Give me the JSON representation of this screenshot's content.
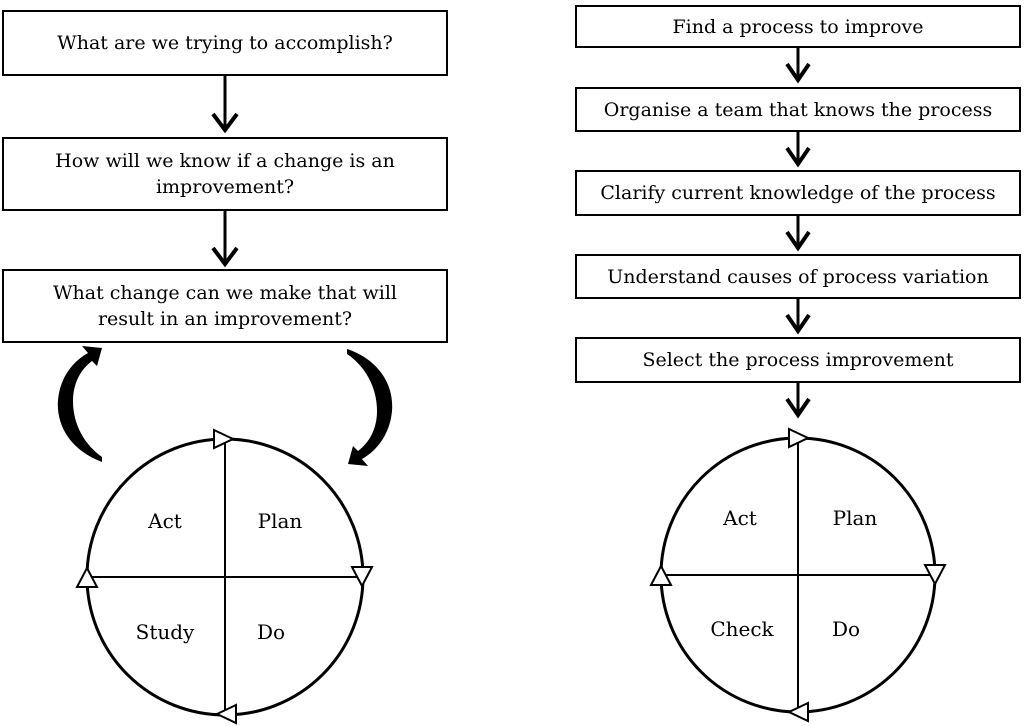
{
  "left": {
    "questions": [
      {
        "text": "What are we trying to accomplish?"
      },
      {
        "text": "How will we know if a change is an improvement?"
      },
      {
        "text": "What change can we make that will result in an improvement?"
      }
    ],
    "cycle": [
      "Act",
      "Plan",
      "Study",
      "Do"
    ]
  },
  "right": {
    "steps": [
      {
        "text": "Find a process to improve"
      },
      {
        "text": "Organise a team that knows the process"
      },
      {
        "text": "Clarify current knowledge of the process"
      },
      {
        "text": "Understand causes of process variation"
      },
      {
        "text": "Select the process improvement"
      }
    ],
    "cycle": [
      "Act",
      "Plan",
      "Check",
      "Do"
    ]
  }
}
